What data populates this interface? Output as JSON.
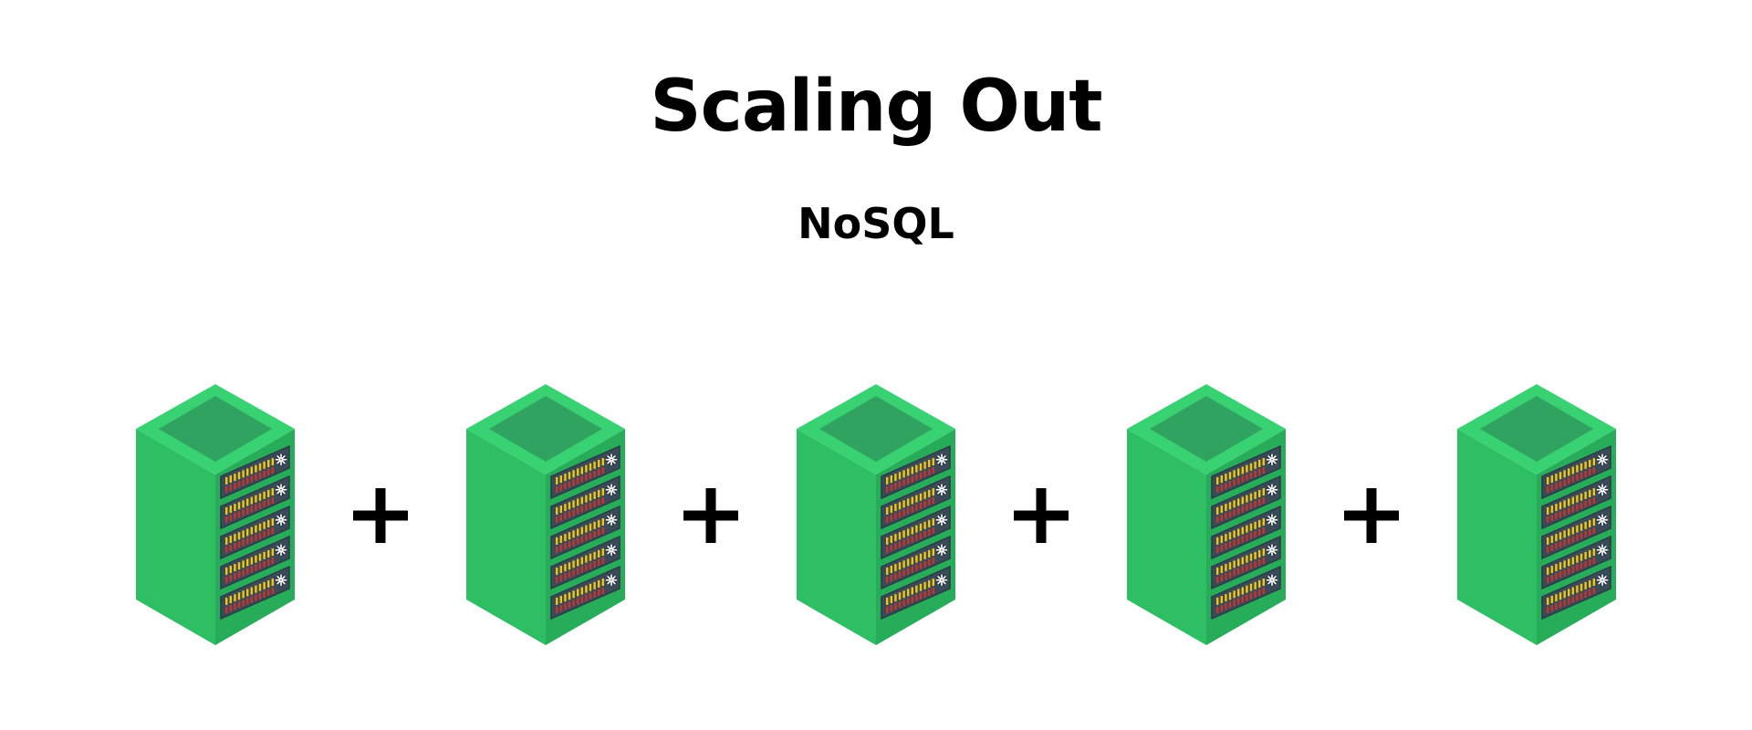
{
  "title": "Scaling Out",
  "subtitle": "NoSQL",
  "diagram": {
    "server_count": 5,
    "connector_glyph": "+",
    "server_icon": "server-rack-icon",
    "colors": {
      "front": "#2ebf65",
      "side": "#27ad5a",
      "top": "#38d272",
      "top_inset": "#2fa35f",
      "panel": "#3a4b58",
      "panel_edge": "#2c3a45",
      "led_yellow": "#f3c418",
      "led_red": "#c9332f",
      "fan": "#ffffff",
      "connector": "#000000"
    }
  }
}
